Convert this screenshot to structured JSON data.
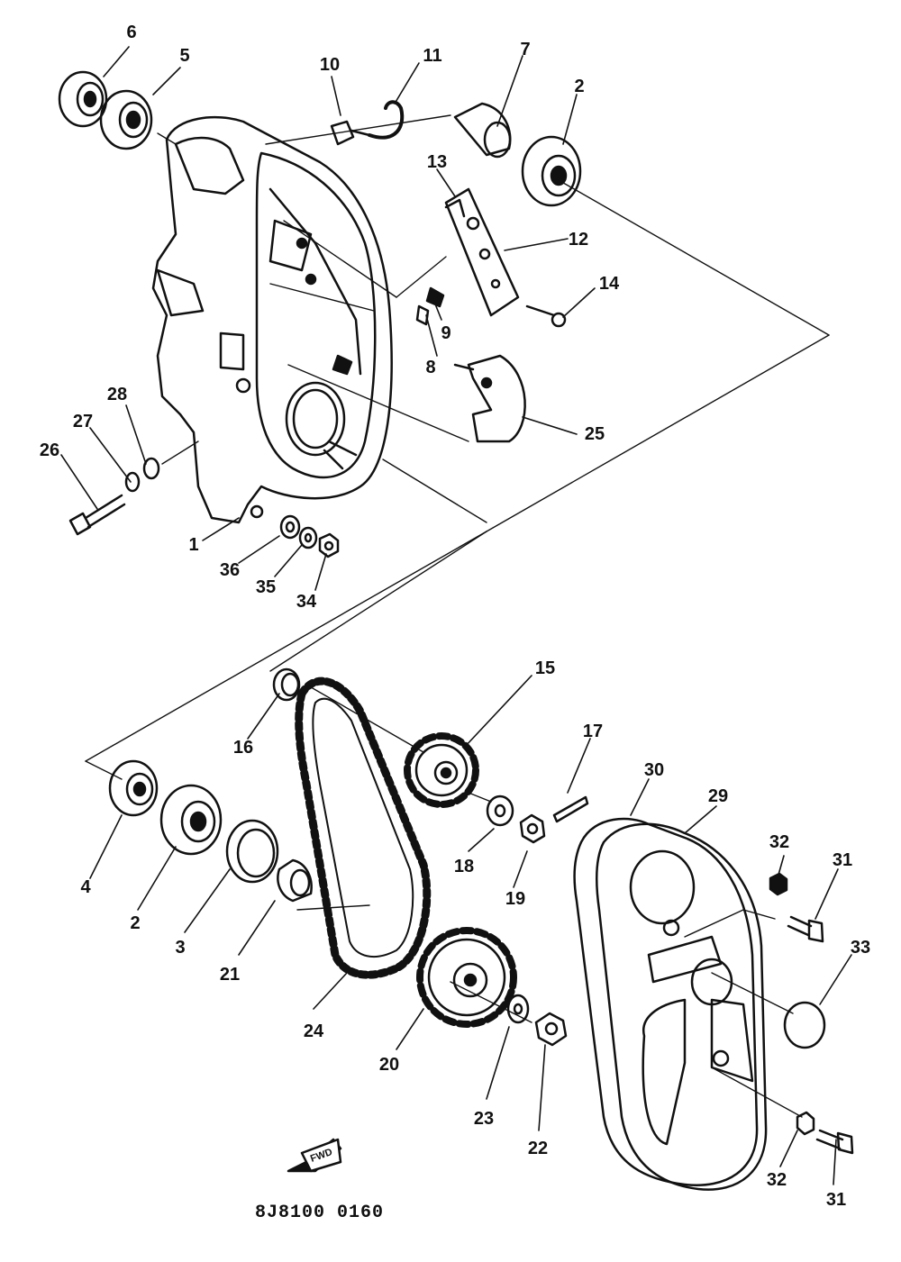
{
  "callouts": {
    "c6": "6",
    "c5": "5",
    "c10": "10",
    "c11": "11",
    "c7": "7",
    "c2a": "2",
    "c13": "13",
    "c12": "12",
    "c14": "14",
    "c9": "9",
    "c8": "8",
    "c25": "25",
    "c28": "28",
    "c27": "27",
    "c26": "26",
    "c1": "1",
    "c36": "36",
    "c35": "35",
    "c34": "34",
    "c15": "15",
    "c16": "16",
    "c17": "17",
    "c30": "30",
    "c29": "29",
    "c4": "4",
    "c2b": "2",
    "c3": "3",
    "c21": "21",
    "c18": "18",
    "c19": "19",
    "c32a": "32",
    "c31a": "31",
    "c33": "33",
    "c24": "24",
    "c20": "20",
    "c23": "23",
    "c22": "22",
    "c32b": "32",
    "c31b": "31"
  },
  "fwd_marker": "FWD",
  "diagram_code": "8J8100 0160",
  "colors": {
    "ink": "#111111",
    "paper": "#ffffff"
  }
}
